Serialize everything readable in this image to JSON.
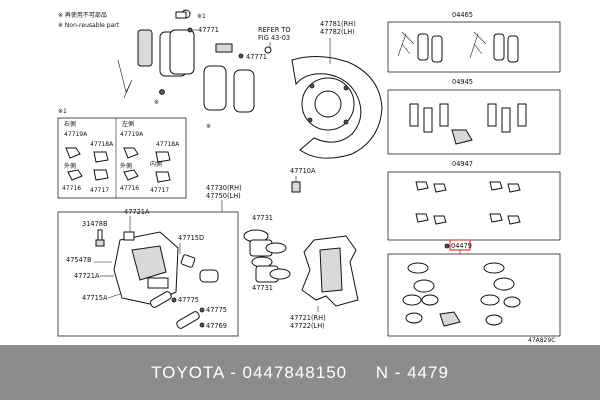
{
  "legend": {
    "line1": "※ 再使用不可部品",
    "line2": "※ Non-reusable part",
    "mark1": "※1"
  },
  "refer": {
    "line1": "REFER TO",
    "line2": "FIG 43-03"
  },
  "labels": {
    "p47771_a": "47771",
    "p47771_b": "47771",
    "p47781": "47781(RH)",
    "p47782": "47782(LH)",
    "p47730": "47730(RH)",
    "p47750": "47750(LH)",
    "p47710A": "47710A",
    "p47721A_top": "47721A",
    "p31478B": "31478B",
    "p47715D": "47715D",
    "p47547B": "47547B",
    "p47721A_mid": "47721A",
    "p47715A": "47715A",
    "p47775_a": "47775",
    "p47775_b": "47775",
    "p47769": "47769",
    "p47731_a": "47731",
    "p47731_b": "47731",
    "p47721": "47721(RH)",
    "p47722": "47722(LH)"
  },
  "inset": {
    "mark": "※1",
    "right_header": "右側",
    "left_header": "左側",
    "r_47719A": "47719A",
    "r_47718A": "47718A",
    "r_outer": "外側",
    "r_47716": "47716",
    "r_47717": "47717",
    "l_47719A": "47719A",
    "l_47718A": "47718A",
    "l_inner": "内側",
    "l_outer": "外側",
    "l_47716": "47716",
    "l_47717": "47717"
  },
  "kits": {
    "k04465": "04465",
    "k04945": "04945",
    "k04947": "04947",
    "k04479": "04479"
  },
  "highlight_color": "#e23c3c",
  "figure_code": "47A829C",
  "footer": {
    "text": "TOYOTA - 0447848150     N - 4479"
  }
}
